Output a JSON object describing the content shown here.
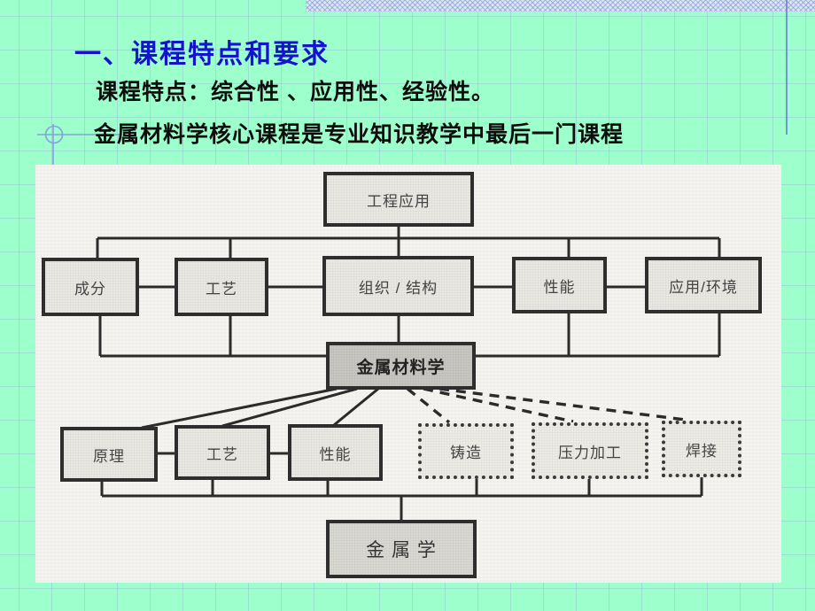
{
  "slide": {
    "title": "一、课程特点和要求",
    "body_lines": [
      "课程特点：综合性 、应用性、经验性。",
      "金属材料学核心课程是专业知识教学中最后一门课程"
    ]
  },
  "colors": {
    "background_green": "#9dffcb",
    "title_blue": "#1414cf",
    "body_text": "#0d0d0d",
    "panel_paper": "#f4f3ef",
    "box_border": "#2e2e2e",
    "box_fill_light": "#e9e8e3",
    "box_fill_dark": "#c7c6c1",
    "box_fill_medium": "#d9d8d3",
    "connector_line": "#2b2b2b",
    "template_accent_blue": "#6e84d6"
  },
  "diagram": {
    "top_box": {
      "label": "工程应用"
    },
    "row2": [
      {
        "label": "成分"
      },
      {
        "label": "工艺"
      },
      {
        "label": "组织 / 结构"
      },
      {
        "label": "性能"
      },
      {
        "label": "应用/环境"
      }
    ],
    "center_box": {
      "label": "金属材料学"
    },
    "row3_solid": [
      {
        "label": "原理"
      },
      {
        "label": "工艺"
      },
      {
        "label": "性能"
      }
    ],
    "row3_dashed": [
      {
        "label": "铸造"
      },
      {
        "label": "压力加工"
      },
      {
        "label": "焊接"
      }
    ],
    "bottom_box": {
      "label": "金 属 学"
    }
  }
}
